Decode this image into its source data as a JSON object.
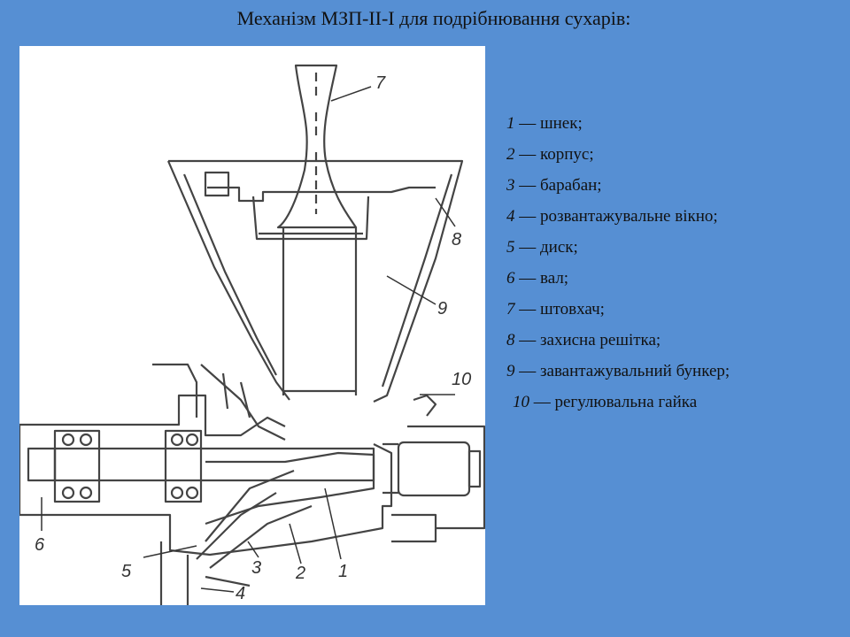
{
  "title": "Механізм МЗП-ІІ-І для подрібнювання сухарів:",
  "diagram": {
    "callouts": [
      "1",
      "2",
      "3",
      "4",
      "5",
      "6",
      "7",
      "8",
      "9",
      "10"
    ]
  },
  "legend": [
    {
      "num": "1",
      "text": "— шнек;"
    },
    {
      "num": "2",
      "text": "— корпус;"
    },
    {
      "num": "3",
      "text": "— барабан;"
    },
    {
      "num": "4",
      "text": "— розвантажувальне вікно;"
    },
    {
      "num": "5",
      "text": "— диск;"
    },
    {
      "num": "6",
      "text": "— вал;"
    },
    {
      "num": "7",
      "text": "— штовхач;"
    },
    {
      "num": "8",
      "text": "— захисна решітка;"
    },
    {
      "num": "9",
      "text": "— завантажувальний бункер;"
    },
    {
      "num": "10",
      "text": "— регулювальна гайка"
    }
  ]
}
